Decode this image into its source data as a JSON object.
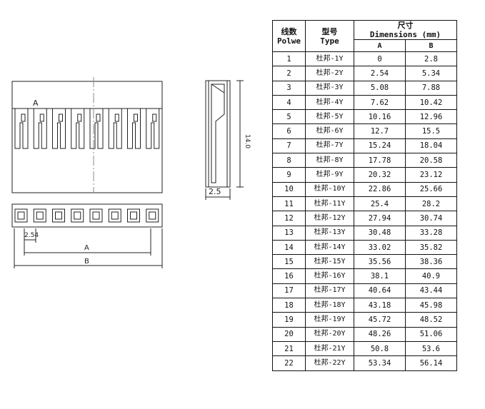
{
  "front_view": {
    "label_a": "A"
  },
  "side_view": {
    "height_label": "14.0",
    "width_label": "2.5"
  },
  "bottom_view": {
    "pitch_label": "2.54",
    "dim_a_label": "A",
    "dim_b_label": "B"
  },
  "table": {
    "col1_cn": "线数",
    "col1_en": "Polwe",
    "col2_cn": "型号",
    "col2_en": "Type",
    "dim_cn": "尺寸",
    "dim_en": "Dimensions (mm)",
    "sub_a": "A",
    "sub_b": "B",
    "rows": [
      {
        "n": "1",
        "type": "杜邦-1Y",
        "a": "0",
        "b": "2.8"
      },
      {
        "n": "2",
        "type": "杜邦-2Y",
        "a": "2.54",
        "b": "5.34"
      },
      {
        "n": "3",
        "type": "杜邦-3Y",
        "a": "5.08",
        "b": "7.88"
      },
      {
        "n": "4",
        "type": "杜邦-4Y",
        "a": "7.62",
        "b": "10.42"
      },
      {
        "n": "5",
        "type": "杜邦-5Y",
        "a": "10.16",
        "b": "12.96"
      },
      {
        "n": "6",
        "type": "杜邦-6Y",
        "a": "12.7",
        "b": "15.5"
      },
      {
        "n": "7",
        "type": "杜邦-7Y",
        "a": "15.24",
        "b": "18.04"
      },
      {
        "n": "8",
        "type": "杜邦-8Y",
        "a": "17.78",
        "b": "20.58"
      },
      {
        "n": "9",
        "type": "杜邦-9Y",
        "a": "20.32",
        "b": "23.12"
      },
      {
        "n": "10",
        "type": "杜邦-10Y",
        "a": "22.86",
        "b": "25.66"
      },
      {
        "n": "11",
        "type": "杜邦-11Y",
        "a": "25.4",
        "b": "28.2"
      },
      {
        "n": "12",
        "type": "杜邦-12Y",
        "a": "27.94",
        "b": "30.74"
      },
      {
        "n": "13",
        "type": "杜邦-13Y",
        "a": "30.48",
        "b": "33.28"
      },
      {
        "n": "14",
        "type": "杜邦-14Y",
        "a": "33.02",
        "b": "35.82"
      },
      {
        "n": "15",
        "type": "杜邦-15Y",
        "a": "35.56",
        "b": "38.36"
      },
      {
        "n": "16",
        "type": "杜邦-16Y",
        "a": "38.1",
        "b": "40.9"
      },
      {
        "n": "17",
        "type": "杜邦-17Y",
        "a": "40.64",
        "b": "43.44"
      },
      {
        "n": "18",
        "type": "杜邦-18Y",
        "a": "43.18",
        "b": "45.98"
      },
      {
        "n": "19",
        "type": "杜邦-19Y",
        "a": "45.72",
        "b": "48.52"
      },
      {
        "n": "20",
        "type": "杜邦-20Y",
        "a": "48.26",
        "b": "51.06"
      },
      {
        "n": "21",
        "type": "杜邦-21Y",
        "a": "50.8",
        "b": "53.6"
      },
      {
        "n": "22",
        "type": "杜邦-22Y",
        "a": "53.34",
        "b": "56.14"
      }
    ]
  }
}
